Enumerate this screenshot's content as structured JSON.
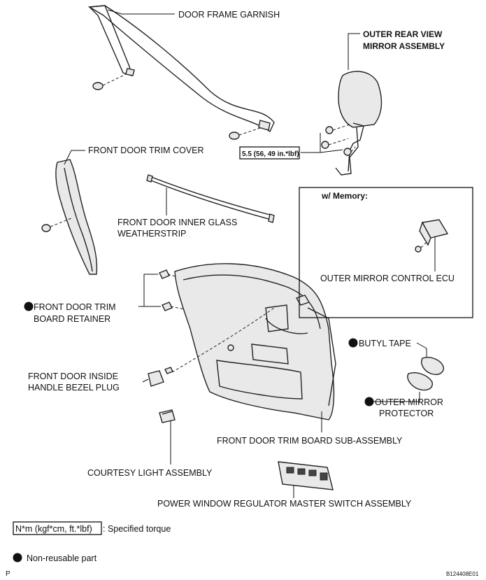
{
  "labels": {
    "door_frame_garnish": "DOOR FRAME GARNISH",
    "mirror_line1": "OUTER REAR VIEW",
    "mirror_line2": "MIRROR ASSEMBLY",
    "torque_value": "5.5 (56, 49 in.*lbf)",
    "front_door_trim_cover": "FRONT DOOR TRIM COVER",
    "weatherstrip_line1": "FRONT DOOR INNER GLASS",
    "weatherstrip_line2": "WEATHERSTRIP",
    "memory_title": "w/ Memory:",
    "mirror_ecu": "OUTER MIRROR CONTROL ECU",
    "retainer_line1": "FRONT DOOR TRIM",
    "retainer_line2": "BOARD RETAINER",
    "butyl_tape": "BUTYL TAPE",
    "bezel_line1": "FRONT DOOR INSIDE",
    "bezel_line2": "HANDLE BEZEL PLUG",
    "protector_line1": "OUTER MIRROR",
    "protector_line2": "PROTECTOR",
    "trim_board": "FRONT DOOR TRIM BOARD SUB-ASSEMBLY",
    "courtesy_light": "COURTESY LIGHT ASSEMBLY",
    "master_switch": "POWER WINDOW REGULATOR MASTER SWITCH ASSEMBLY"
  },
  "legend": {
    "torque_unit": "N*m (kgf*cm, ft.*lbf)",
    "torque_desc": ": Specified torque",
    "nonreusable_desc": "Non-reusable part"
  },
  "footer": {
    "left_code": "P",
    "figure_id": "B124408E01"
  }
}
